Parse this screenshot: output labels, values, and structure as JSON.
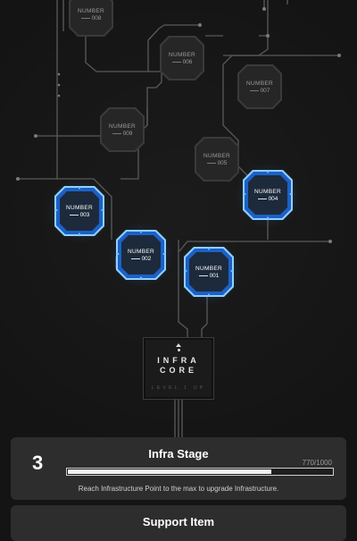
{
  "nodes": [
    {
      "label": "NUMBER",
      "number": "008"
    },
    {
      "label": "NUMBER",
      "number": "006"
    },
    {
      "label": "NUMBER",
      "number": "007"
    },
    {
      "label": "NUMBER",
      "number": "009"
    },
    {
      "label": "NUMBER",
      "number": "005"
    },
    {
      "label": "NUMBER",
      "number": "003"
    },
    {
      "label": "NUMBER",
      "number": "004"
    },
    {
      "label": "NUMBER",
      "number": "002"
    },
    {
      "label": "NUMBER",
      "number": "001"
    }
  ],
  "core": {
    "line1": "INFRA",
    "line2": "CORE",
    "line3": "LEVEL 1 UP"
  },
  "stage": {
    "level": "3",
    "title": "Infra Stage",
    "current": 770,
    "max": 1000,
    "progress_text": "770/1000",
    "description": "Reach Infrastructure Point to the max to upgrade Infrastructure."
  },
  "support": {
    "label": "Support Item"
  },
  "colors": {
    "active_glow": "#2a8cff",
    "background": "#141414",
    "panel": "#2d2d2d"
  }
}
